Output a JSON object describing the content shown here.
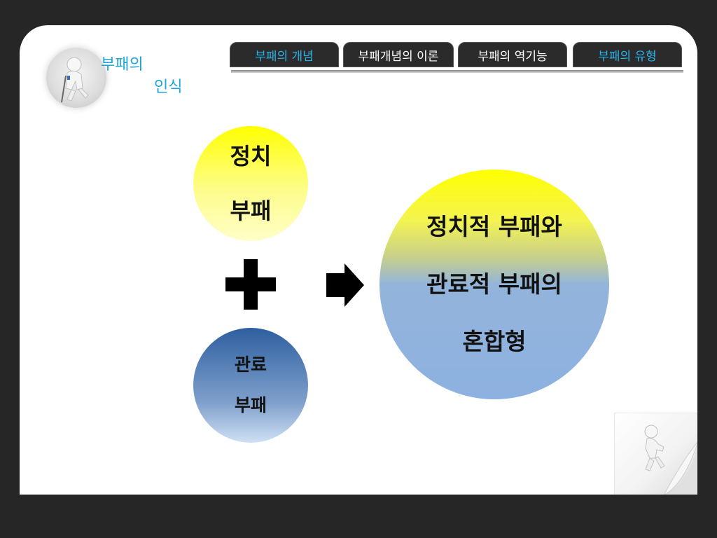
{
  "logo": {
    "line1": "부패의",
    "line2": "인식"
  },
  "tabs": [
    {
      "label": "부패의 개념",
      "active": true
    },
    {
      "label": "부패개념의 이론",
      "active": false
    },
    {
      "label": "부패의 역기능",
      "active": false
    },
    {
      "label": "부패의 유형",
      "active": true
    }
  ],
  "diagram": {
    "political": {
      "line1": "정치",
      "line2": "부패"
    },
    "bureaucratic": {
      "line1": "관료",
      "line2": "부패"
    },
    "result": {
      "line1": "정치적 부패와",
      "line2": "관료적 부패의",
      "line3": "혼합형"
    }
  },
  "colors": {
    "accent": "#27b3ea",
    "yellow": "#ffff00",
    "blue": "#2e5fa0",
    "light_blue": "#8db1e0"
  }
}
